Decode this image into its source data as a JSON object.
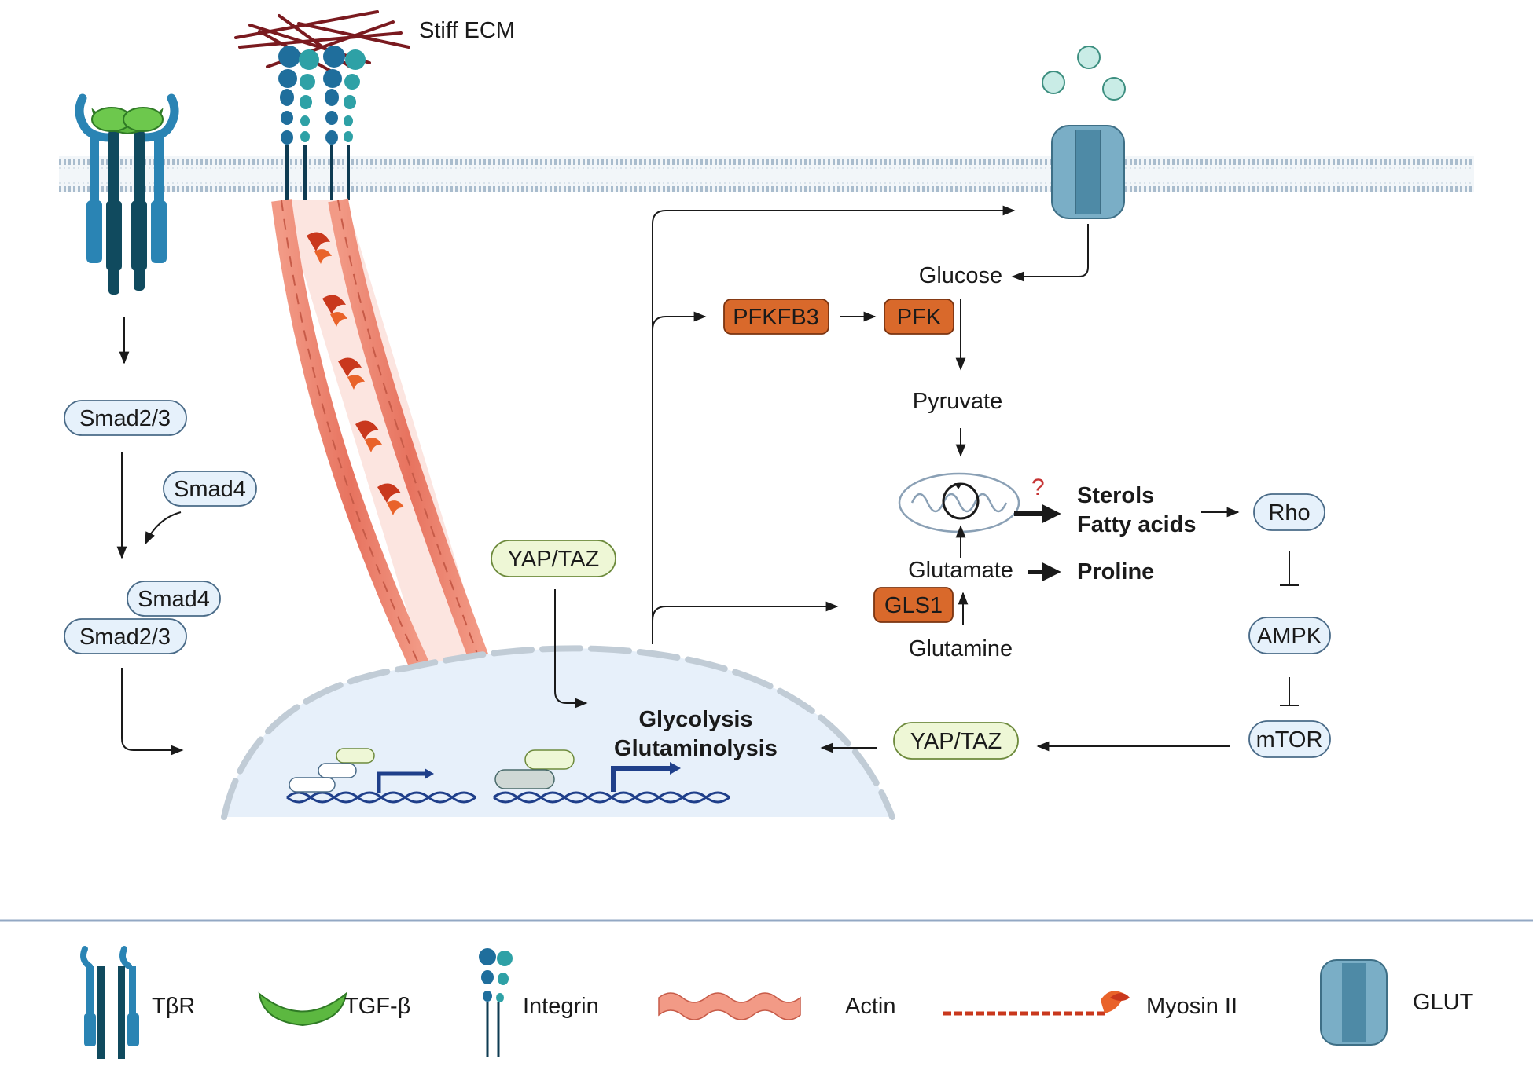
{
  "diagram": {
    "ecm_label": "Stiff ECM",
    "nodes": {
      "smad23_top": "Smad2/3",
      "smad4_side": "Smad4",
      "smad4_complex": "Smad4",
      "smad23_complex": "Smad2/3",
      "yaptaz_cyto": "YAP/TAZ",
      "yaptaz_right": "YAP/TAZ",
      "glucose": "Glucose",
      "pfkfb3": "PFKFB3",
      "pfk": "PFK",
      "pyruvate": "Pyruvate",
      "question_mark": "?",
      "sterols": "Sterols",
      "fatty_acids": "Fatty acids",
      "rho": "Rho",
      "glutamate": "Glutamate",
      "proline": "Proline",
      "gls1": "GLS1",
      "glutamine": "Glutamine",
      "ampk": "AMPK",
      "mtor": "mTOR",
      "glycolysis": "Glycolysis",
      "glutaminolysis": "Glutaminolysis"
    }
  },
  "legend": {
    "tbr": "TβR",
    "tgfb": "TGF-β",
    "integrin": "Integrin",
    "actin": "Actin",
    "myosin": "Myosin II",
    "glut": "GLUT"
  },
  "colors": {
    "membrane": "#b8c7d6",
    "receptor": "#2a84b4",
    "receptor_dark": "#104a5e",
    "tgfb": "#5cb840",
    "actin": "#f08d78",
    "myosin": "#c9381d",
    "glut": "#7aaec6",
    "nucleus": "#e7f0fa",
    "enzyme": "#d9692b",
    "divider": "#93a8c4"
  }
}
